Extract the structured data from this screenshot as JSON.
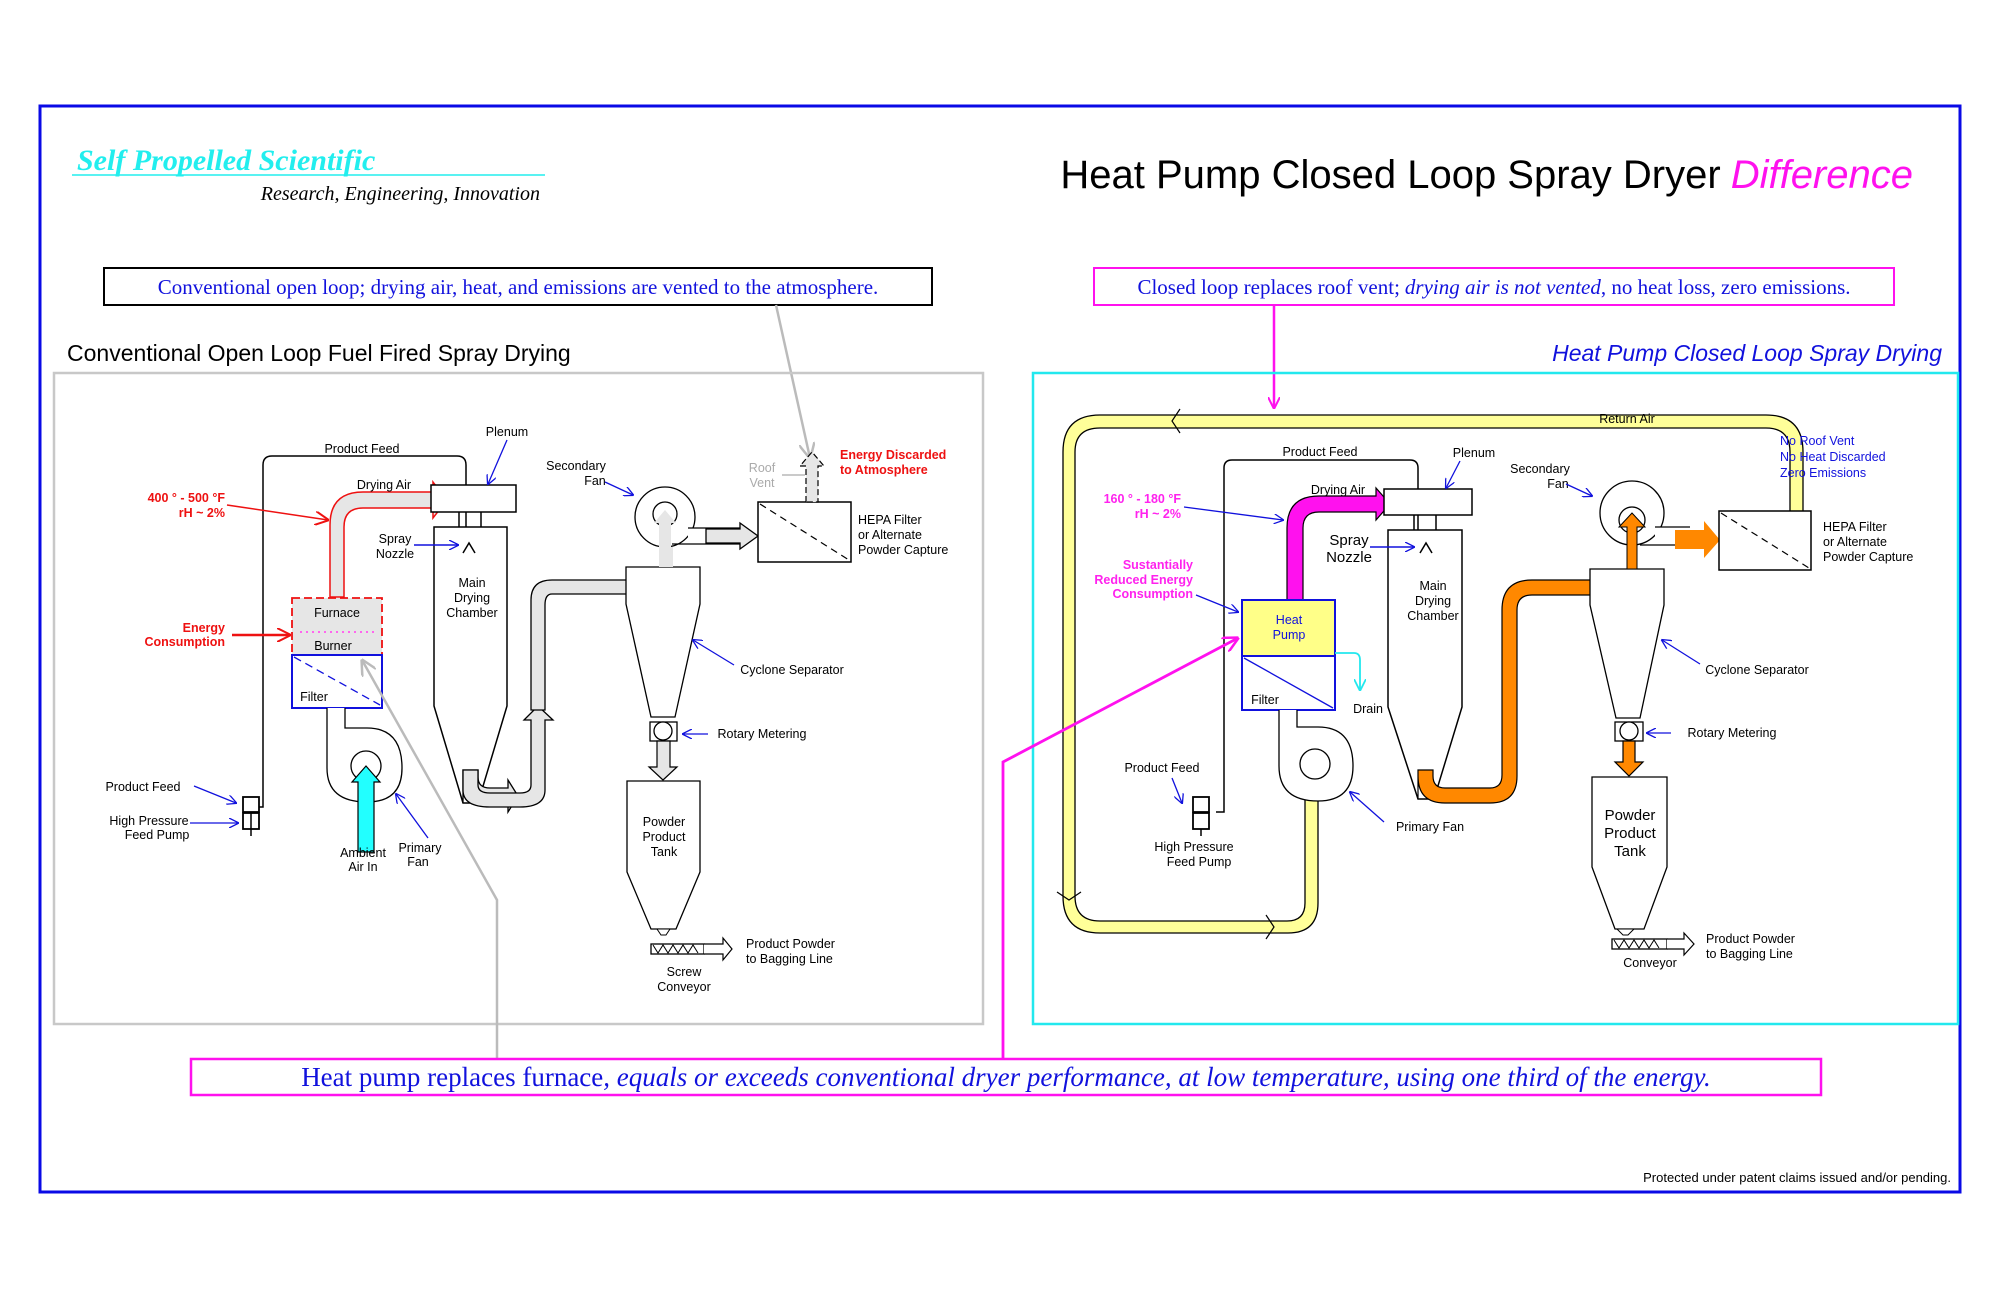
{
  "header": {
    "company_name": "Self Propelled Scientific",
    "tagline": "Research, Engineering, Innovation",
    "title_main": "Heat Pump Closed Loop Spray Dryer",
    "title_emphasis": "Difference"
  },
  "callouts": {
    "conventional": "Conventional open loop; drying air, heat, and emissions are vented to the atmosphere.",
    "closed_part1": "Closed loop replaces roof vent;",
    "closed_part2": "drying air is not vented",
    "closed_part3": ", no heat loss, zero emissions.",
    "bottom_part1": "Heat pump replaces furnace",
    "bottom_part2": ", equals or exceeds conventional dryer performance, at low temperature, using one third of the energy."
  },
  "left_panel": {
    "title": "Conventional Open Loop Fuel Fired Spray Drying",
    "labels": {
      "product_feed_top": "Product Feed",
      "plenum": "Plenum",
      "drying_air": "Drying Air",
      "temp_line1": "400 ° -  500 °F",
      "temp_line2": "rH ~ 2%",
      "spray": "Spray",
      "nozzle": "Nozzle",
      "main": "Main",
      "drying": "Drying",
      "chamber": "Chamber",
      "furnace": "Furnace",
      "burner": "Burner",
      "filter": "Filter",
      "energy_line1": "Energy",
      "energy_line2": "Consumption",
      "product_feed_pump": "Product Feed",
      "hp_line1": "High Pressure",
      "hp_line2": "Feed Pump",
      "ambient_line1": "Ambient",
      "ambient_line2": "Air In",
      "primary_line1": "Primary",
      "primary_line2": "Fan",
      "secondary_line1": "Secondary",
      "secondary_line2": "Fan",
      "roof_line1": "Roof",
      "roof_line2": "Vent",
      "discard_line1": "Energy Discarded",
      "discard_line2": "to Atmosphere",
      "hepa_line1": "HEPA Filter",
      "hepa_line2": "or Alternate",
      "hepa_line3": "Powder Capture",
      "cyclone": "Cyclone Separator",
      "rotary": "Rotary Metering",
      "tank_line1": "Powder",
      "tank_line2": "Product",
      "tank_line3": "Tank",
      "bagging_line1": "Product Powder",
      "bagging_line2": "to Bagging Line",
      "screw_line1": "Screw",
      "screw_line2": "Conveyor"
    }
  },
  "right_panel": {
    "title": "Heat Pump Closed Loop Spray Drying",
    "labels": {
      "return_air": "Return Air",
      "product_feed_top": "Product Feed",
      "plenum": "Plenum",
      "drying_air": "Drying Air",
      "temp_line1": "160 ° -  180 °F",
      "temp_line2": "rH ~ 2%",
      "spray": "Spray",
      "nozzle": "Nozzle",
      "main": "Main",
      "drying": "Drying",
      "chamber": "Chamber",
      "reduced_line1": "Sustantially",
      "reduced_line2": "Reduced Energy",
      "reduced_line3": "Consumption",
      "heat": "Heat",
      "pump": "Pump",
      "filter": "Filter",
      "drain": "Drain",
      "product_feed_pump": "Product Feed",
      "hp_line1": "High Pressure",
      "hp_line2": "Feed Pump",
      "primary_fan": "Primary Fan",
      "secondary_line1": "Secondary",
      "secondary_line2": "Fan",
      "no_vent_line1": "No Roof Vent",
      "no_vent_line2": "No Heat Discarded",
      "no_vent_line3": "Zero Emissions",
      "hepa_line1": "HEPA Filter",
      "hepa_line2": "or Alternate",
      "hepa_line3": "Powder Capture",
      "cyclone": "Cyclone Separator",
      "rotary": "Rotary Metering",
      "tank_line1": "Powder",
      "tank_line2": "Product",
      "tank_line3": "Tank",
      "bagging_line1": "Product Powder",
      "bagging_line2": "to Bagging Line",
      "conveyor": "Conveyor"
    }
  },
  "footer": {
    "patent": "Protected under patent claims issued and/or pending."
  },
  "colors": {
    "frame": "#0a0ae6",
    "brand": "#22eeee",
    "accent": "#ff11ee",
    "left_panel_border": "#c8c8c8",
    "right_panel_border": "#22e8ee",
    "return_air_fill": "#ffff99",
    "exhaust_fill": "#ff8800",
    "hot_air_fill": "#ff11ee",
    "heat_pump_fill": "#ffff88"
  }
}
